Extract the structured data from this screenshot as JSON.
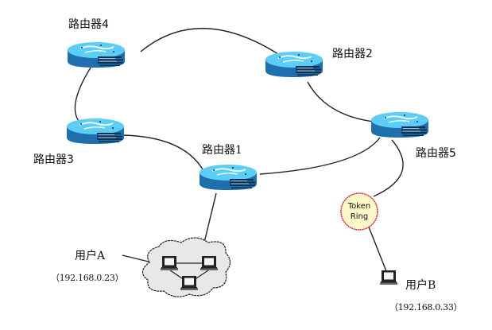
{
  "title": "Network topology: routers, token ring and users",
  "routers": [
    {
      "id": "r4",
      "label": "路由器4"
    },
    {
      "id": "r2",
      "label": "路由器2"
    },
    {
      "id": "r3",
      "label": "路由器3"
    },
    {
      "id": "r1",
      "label": "路由器1"
    },
    {
      "id": "r5",
      "label": "路由器5"
    }
  ],
  "token_ring": {
    "line1": "Token",
    "line2": "Ring"
  },
  "user_a": {
    "label": "用户A",
    "ip": "（192.168.0.23）"
  },
  "user_b": {
    "label": "用户B",
    "ip": "（192.168.0.33）"
  },
  "links": [
    {
      "from": "r4",
      "to": "r2"
    },
    {
      "from": "r4",
      "to": "r3"
    },
    {
      "from": "r3",
      "to": "r1"
    },
    {
      "from": "r2",
      "to": "r5"
    },
    {
      "from": "r1",
      "to": "r5"
    },
    {
      "from": "r1",
      "to": "lan-a"
    },
    {
      "from": "r5",
      "to": "token-ring"
    },
    {
      "from": "token-ring",
      "to": "user-b"
    }
  ],
  "colors": {
    "router_top": "#5ccdf5",
    "router_side": "#1f6fae",
    "router_dark": "#0b2f4e",
    "ring_fill": "#fdf8c8",
    "ring_stroke": "#d8304a",
    "cloud_fill": "#e8e8e8"
  }
}
